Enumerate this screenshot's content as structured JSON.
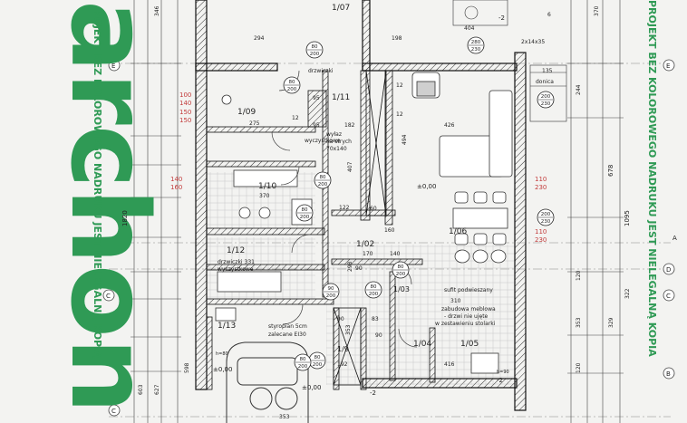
{
  "watermark": {
    "left_big": "archon",
    "left_small": "ROJEKT BEZ KOLOROWEGO NADRUKU JEST NIELEGALNĄ KOPIĄ",
    "right_small": "PROJEKT BEZ KOLOROWEGO NADRUKU JEST NIELEGALNĄ KOPIA",
    "right_big": "archon",
    "color": "#2f9a55"
  },
  "rooms": {
    "r107": "1/07",
    "r109": "1/09",
    "r110": "1/10",
    "r111": "1/11",
    "r112": "1/12",
    "r113": "1/13",
    "r102": "1/02",
    "r103": "1/03",
    "r104": "1/04",
    "r105": "1/05",
    "r106": "1/06",
    "r19": "1/9"
  },
  "labels": {
    "drzwiczki_1": "drzwiczki",
    "wyczystkowe_1": "wyczystkowe",
    "wylaz": "wyłaz",
    "na_strych": "na strych",
    "wylaz_size": "70x140",
    "drzwiczki_2": "drzwiczki 331",
    "wyczystkowe_2": "wyczystkowe",
    "styropian": "styropian 5cm",
    "zalecane": "zalecane EI30",
    "sufit": "sufit podwieszany",
    "sufit_val": "310",
    "zabudowa": "zabudowa meblowa",
    "drzwi": "- drzwi nie ujęte",
    "zestawieniu": "w zestawieniu stolarki",
    "donica": "donica",
    "level_1": "±0,00",
    "level_2": "±0,00",
    "level_3": "±0,00",
    "level_4": "-2",
    "level_5": "-2",
    "level_6": "-2",
    "hdoor": "h=80",
    "hdoor2": "h=90"
  },
  "door_tags": {
    "d1": [
      "80",
      "200"
    ],
    "d2": [
      "80",
      "200"
    ],
    "d3": [
      "80",
      "200"
    ],
    "d4": [
      "80",
      "200"
    ],
    "d5": [
      "90",
      "200"
    ],
    "d6": [
      "80",
      "200"
    ],
    "d7": [
      "80",
      "200"
    ],
    "d8": [
      "80",
      "200"
    ],
    "d9": [
      "280",
      "230"
    ],
    "d10": [
      "200",
      "230"
    ],
    "d11": [
      "200",
      "230"
    ],
    "d12": [
      "80",
      "200"
    ]
  },
  "dims": {
    "d294": "294",
    "d198": "198",
    "d404": "404",
    "d135": "135",
    "d426": "426",
    "d494": "494",
    "d407": "407",
    "d275": "275",
    "d182": "182",
    "d370": "370",
    "d122": "122",
    "d60": "60",
    "d95a": "95",
    "d95b": "95",
    "d12a": "12",
    "d12b": "12",
    "d12c": "12",
    "d353a": "353",
    "d192": "192",
    "d416": "416",
    "d310": "310",
    "d83": "83",
    "d90a": "90",
    "d90b": "90",
    "d90c": "90",
    "d140": "140",
    "d160": "160",
    "d170": "170",
    "d298": "298",
    "d1820": "1820",
    "d1095": "1095",
    "d678": "678",
    "d244": "244",
    "d120a": "120",
    "d120b": "120",
    "d353b": "353",
    "d329": "329",
    "d322": "322",
    "d603": "603",
    "d598": "598",
    "d627": "627",
    "d346": "346",
    "d370b": "370",
    "d353c": "353",
    "d2x14": "2x14x35",
    "d6": "6"
  },
  "red_marks": {
    "m1": "100",
    "m2": "140",
    "m3": "150",
    "m4": "150",
    "m5": "110",
    "m6": "230",
    "m7": "110",
    "m8": "230",
    "m9": "140",
    "m10": "160"
  },
  "axes": [
    "E",
    "E",
    "D",
    "D",
    "C",
    "C",
    "A",
    "A",
    "B",
    "B"
  ]
}
